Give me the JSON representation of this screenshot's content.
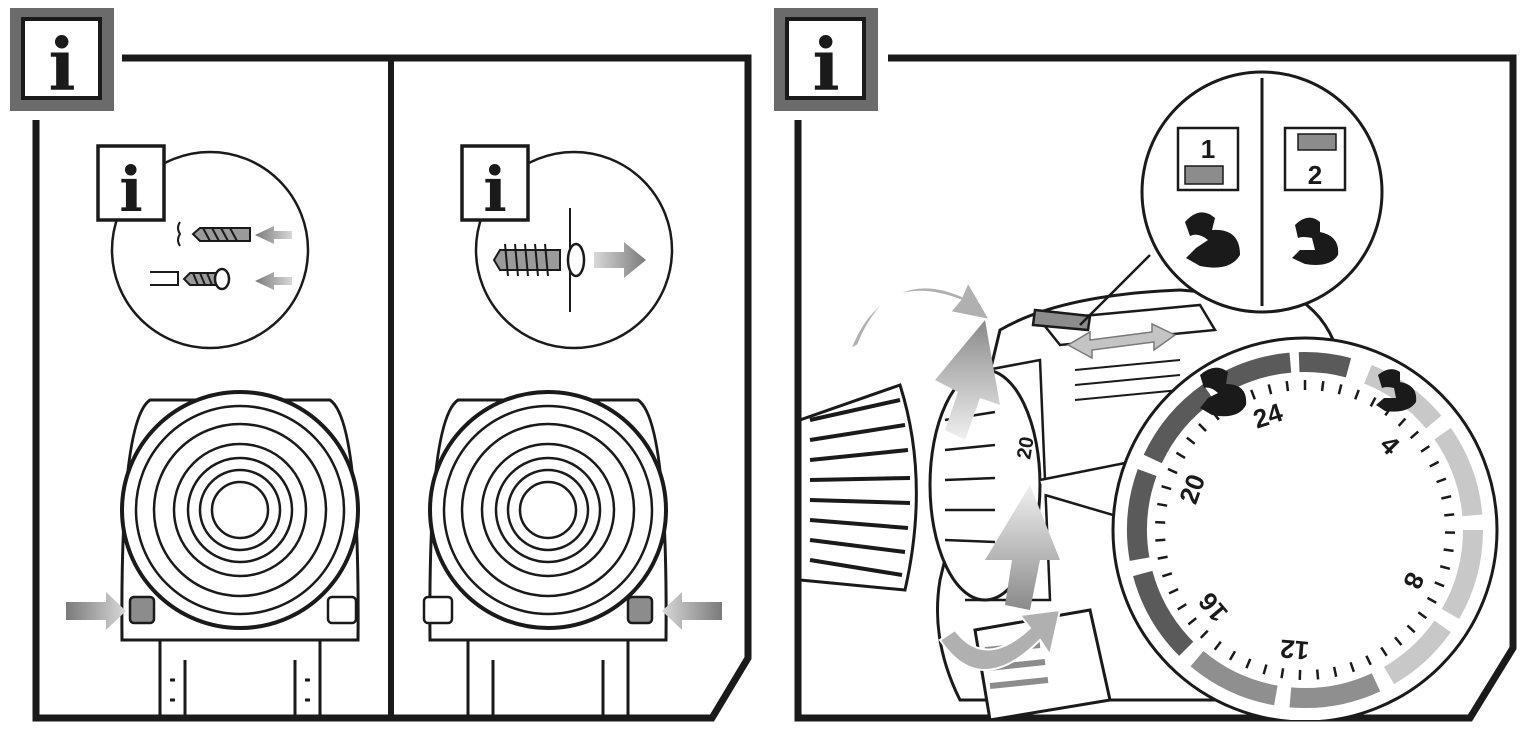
{
  "colors": {
    "frame": "#1a1a1a",
    "badge_gray": "#6b6b6b",
    "arrow_gray": "#8c8c8c",
    "scale_dark": "#5a5a5a",
    "scale_mid": "#8f8f8f",
    "scale_light": "#c8c8c8"
  },
  "icons": {
    "info": "i",
    "left_panel_badge": "info-icon",
    "right_panel_badge": "info-icon"
  },
  "panel_left": {
    "section_a": {
      "info_label": "i",
      "direction": "forward"
    },
    "section_b": {
      "info_label": "i",
      "direction": "reverse"
    }
  },
  "panel_right": {
    "gear_selector": {
      "gear_1_label": "1",
      "gear_2_label": "2"
    },
    "torque_dial": {
      "dial_mark": "20",
      "scale_labels": [
        "24",
        "20",
        "16",
        "12",
        "8",
        "4"
      ]
    }
  }
}
